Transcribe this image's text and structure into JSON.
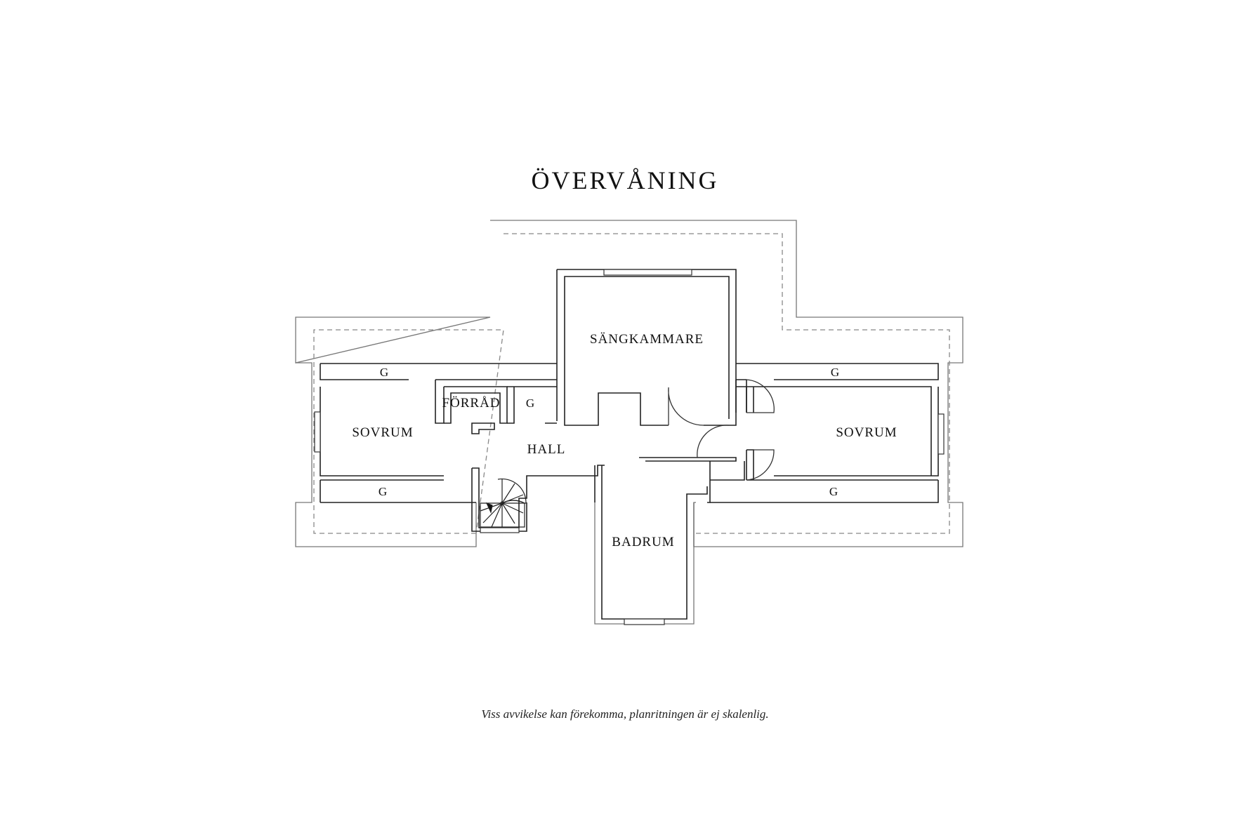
{
  "title": "ÖVERVÅNING",
  "disclaimer": "Viss avvikelse kan förekomma, planritningen är ej skalenlig.",
  "rooms": {
    "sangkammare": "SÄNGKAMMARE",
    "sovrum_left": "SOVRUM",
    "sovrum_right": "SOVRUM",
    "hall": "HALL",
    "forrad": "FÖRRÅD",
    "badrum": "BADRUM",
    "g_top_left": "G",
    "g_top_right": "G",
    "g_bottom_left": "G",
    "g_bottom_right": "G",
    "g_hall": "G"
  }
}
